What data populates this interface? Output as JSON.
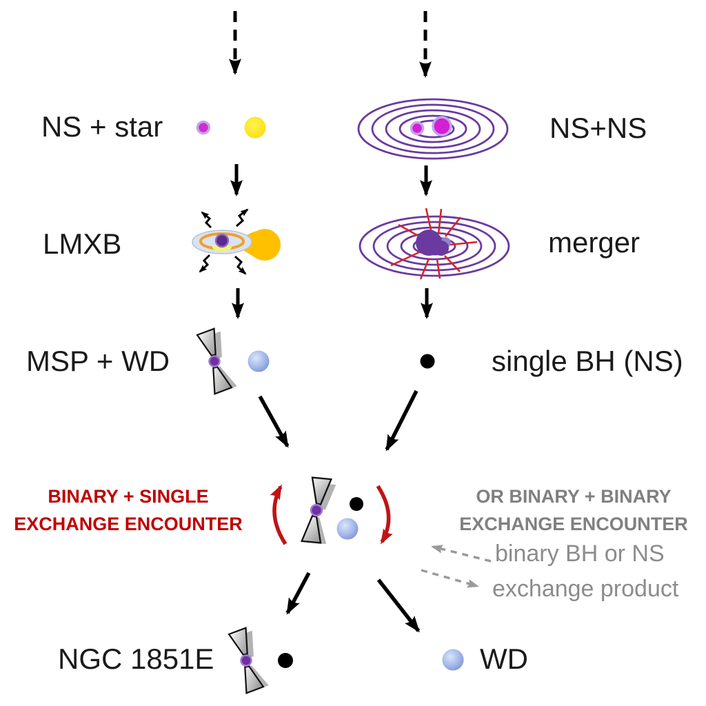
{
  "labels": {
    "ns_star": "NS + star",
    "ns_ns": "NS+NS",
    "lmxb": "LMXB",
    "merger": "merger",
    "msp_wd": "MSP + WD",
    "single_bh": "single BH (NS)",
    "red_caption_line1": "BINARY + SINGLE",
    "red_caption_line2": "EXCHANGE ENCOUNTER",
    "gray_caption_line1": "OR BINARY + BINARY",
    "gray_caption_line2": "EXCHANGE ENCOUNTER",
    "note_line1": "binary BH or NS",
    "note_line2": "exchange product",
    "ngc_1851e": "NGC 1851E",
    "wd": "WD"
  },
  "colors": {
    "background": "#ffffff",
    "text_black": "#1a1a1a",
    "red_caption": "#c00000",
    "gray_caption": "#808080",
    "gray_note": "#8c8c8c",
    "arrow_black": "#000000",
    "rotation_arrow_red": "#c01414",
    "dashed_note_arrow_gray": "#9a9a9a",
    "orbit_ring_purple": "#6a3aa0",
    "neutron_star_magenta": "#cc2fd0",
    "star_yellow": "#ffdf00",
    "donor_star_gold": "#ffc000",
    "pulsar_dot_purple": "#7030a0",
    "accretion_disk_blue": "#dbe2f0",
    "accretion_ring_orange": "#f0a028",
    "white_dwarf_blue": "#8fa5e0",
    "black_hole_black": "#000000",
    "merger_flash_red": "#dd2222"
  },
  "icons": {
    "infall_arrows": "dashed-down-arrow",
    "evolution_arrows": "solid-down-arrow",
    "ns_dot": "magenta-circle",
    "companion_star": "yellow-circle",
    "inspiral_rings": "concentric-purple-ellipses",
    "accretion_disk": "disk-with-orange-ring-and-purple-core",
    "donor_star": "gold-teardrop",
    "xray_flashes": "zigzag-lightning-arrows",
    "merger_remnant": "purple-blob",
    "merger_rays": "red-radial-lines",
    "pulsar": "gray-bowtie-beams-with-purple-dot",
    "white_dwarf": "shaded-blue-sphere",
    "black_hole": "black-dot",
    "rotation_arrows": "red-curved-arcs",
    "note_arrows": "gray-dashed-diagonal-arrows"
  }
}
